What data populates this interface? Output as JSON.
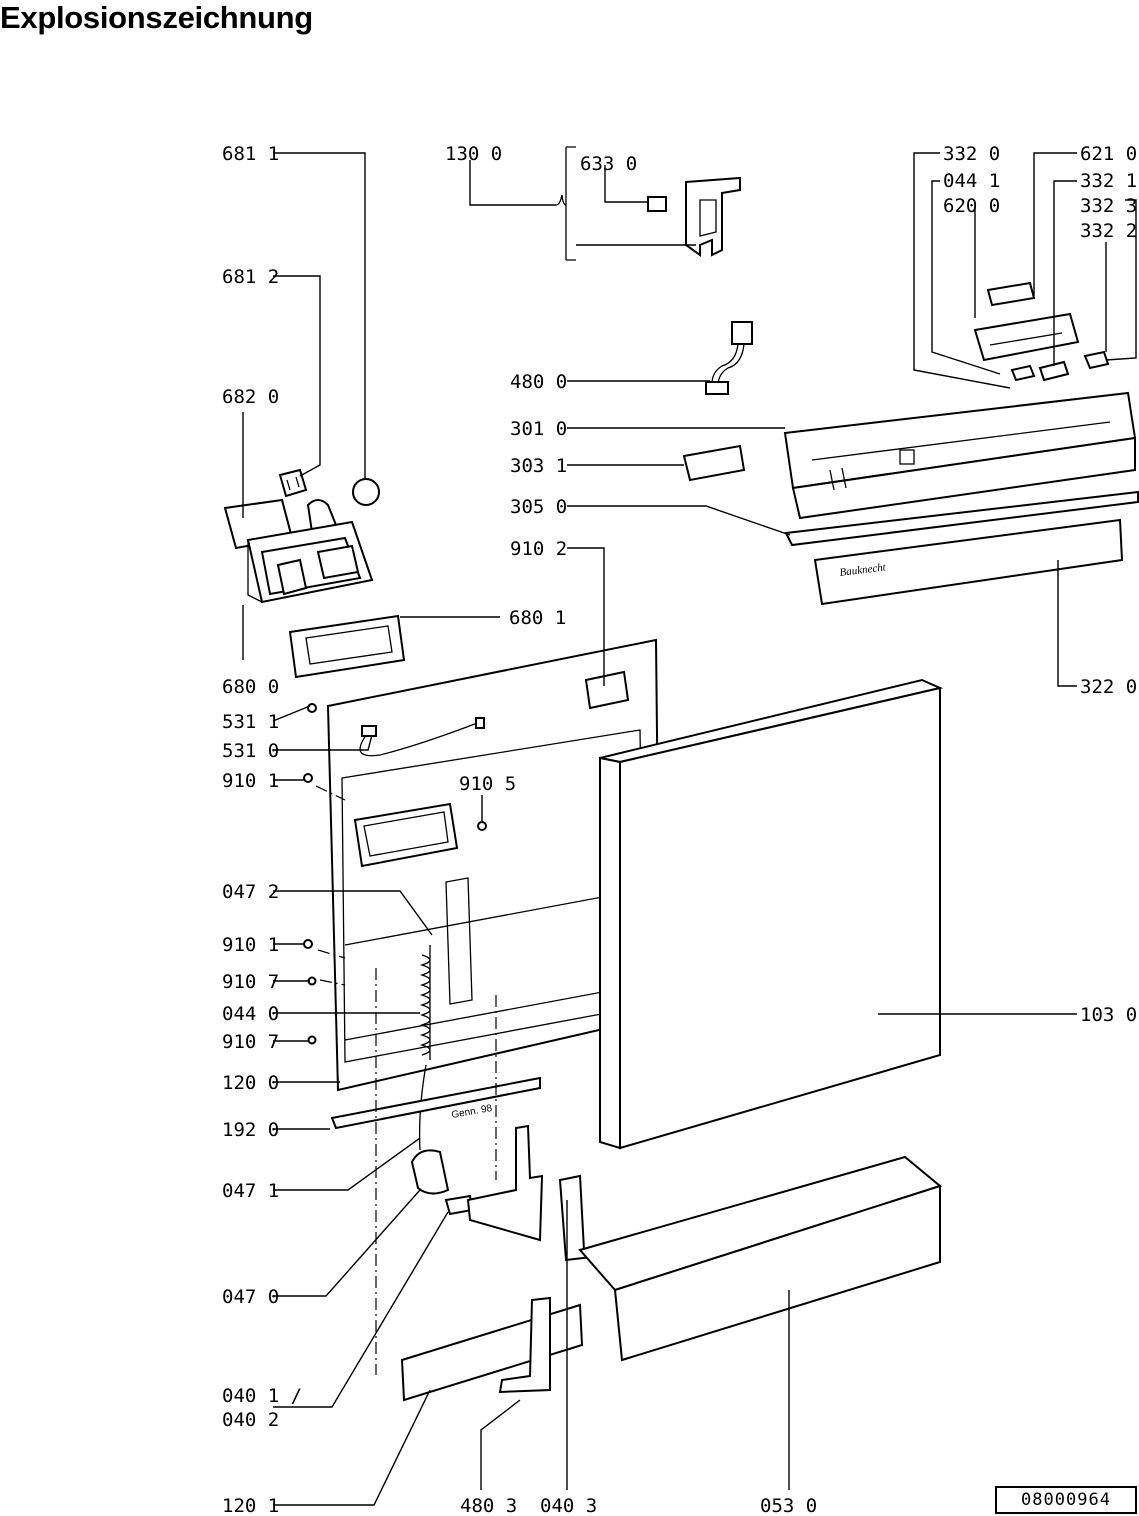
{
  "title": "Explosionszeichnung",
  "document_number": "08000964",
  "brand_text": "Bauknecht",
  "date_mark": "Genn. 98",
  "labels": {
    "p6811": "681 1",
    "p6812": "681 2",
    "p6820": "682 0",
    "p6800": "680 0",
    "p6801": "680 1",
    "p1300": "130 0",
    "p6330": "633 0",
    "p4800": "480 0",
    "p3010": "301 0",
    "p3031": "303 1",
    "p3050": "305 0",
    "p9102": "910 2",
    "p5311": "531 1",
    "p5310": "531 0",
    "p9101a": "910 1",
    "p9105": "910 5",
    "p0472": "047 2",
    "p9101b": "910 1",
    "p9107a": "910 7",
    "p0440": "044 0",
    "p9107b": "910 7",
    "p1200": "120 0",
    "p1920": "192 0",
    "p0471": "047 1",
    "p0470": "047 0",
    "p0401": "040 1 /",
    "p0402": "040 2",
    "p1201": "120 1",
    "p4803": "480 3",
    "p0403": "040 3",
    "p0530": "053 0",
    "p1030": "103 0",
    "p3220": "322 0",
    "p3320": "332 0",
    "p0441": "044 1",
    "p6200": "620 0",
    "p6210": "621 0",
    "p3321": "332 1",
    "p3323": "332 3",
    "p3322": "332 2"
  }
}
